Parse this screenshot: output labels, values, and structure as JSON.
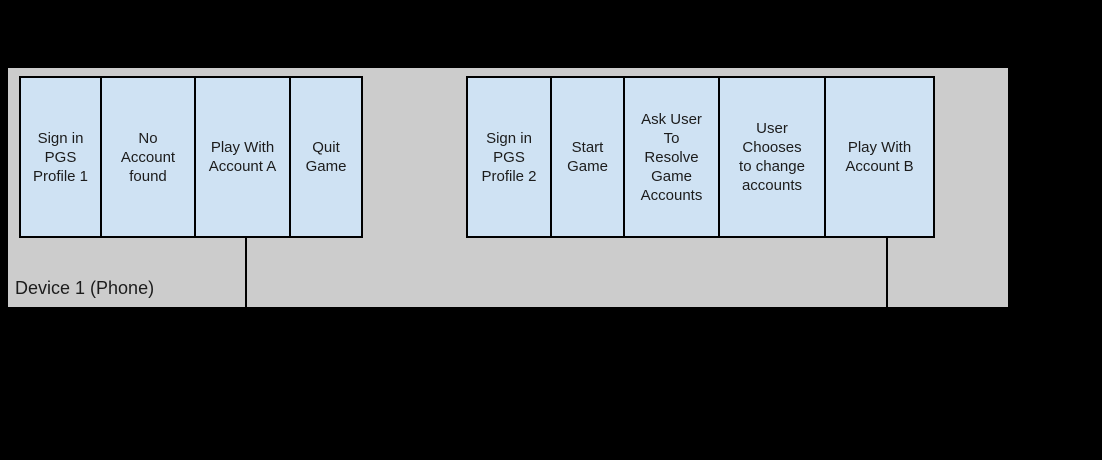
{
  "diagram": {
    "lane": {
      "label": "Device 1 (Phone)"
    },
    "flow_left": {
      "steps": [
        {
          "label": "Sign in\nPGS\nProfile 1"
        },
        {
          "label": "No\nAccount\nfound"
        },
        {
          "label": "Play With\nAccount A"
        },
        {
          "label": "Quit\nGame"
        }
      ]
    },
    "flow_right": {
      "steps": [
        {
          "label": "Sign in\nPGS\nProfile 2"
        },
        {
          "label": "Start\nGame"
        },
        {
          "label": "Ask User\nTo\nResolve\nGame\nAccounts"
        },
        {
          "label": "User\nChooses\nto change\naccounts"
        },
        {
          "label": "Play With\nAccount B"
        }
      ]
    },
    "connectors": [
      {
        "from": "Play With Account A",
        "direction": "down"
      },
      {
        "from": "Play With Account B",
        "direction": "down"
      }
    ],
    "colors": {
      "background": "#000000",
      "lane_fill": "#cccccc",
      "node_fill": "#cfe2f3",
      "node_border": "#000000",
      "connector": "#000000",
      "text": "#1c1c1c"
    }
  }
}
